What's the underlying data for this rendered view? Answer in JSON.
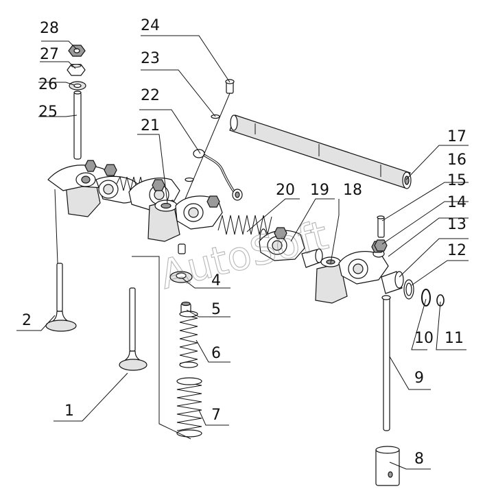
{
  "watermark": "AutoSoft",
  "callouts": [
    {
      "id": "c1",
      "label": "1"
    },
    {
      "id": "c2",
      "label": "2"
    },
    {
      "id": "c4",
      "label": "4"
    },
    {
      "id": "c5",
      "label": "5"
    },
    {
      "id": "c6",
      "label": "6"
    },
    {
      "id": "c7",
      "label": "7"
    },
    {
      "id": "c8",
      "label": "8"
    },
    {
      "id": "c9",
      "label": "9"
    },
    {
      "id": "c10",
      "label": "10"
    },
    {
      "id": "c11",
      "label": "11"
    },
    {
      "id": "c12",
      "label": "12"
    },
    {
      "id": "c13",
      "label": "13"
    },
    {
      "id": "c14",
      "label": "14"
    },
    {
      "id": "c15",
      "label": "15"
    },
    {
      "id": "c16",
      "label": "16"
    },
    {
      "id": "c17",
      "label": "17"
    },
    {
      "id": "c18",
      "label": "18"
    },
    {
      "id": "c19",
      "label": "19"
    },
    {
      "id": "c20",
      "label": "20"
    },
    {
      "id": "c21",
      "label": "21"
    },
    {
      "id": "c22",
      "label": "22"
    },
    {
      "id": "c23",
      "label": "23"
    },
    {
      "id": "c24",
      "label": "24"
    },
    {
      "id": "c25",
      "label": "25"
    },
    {
      "id": "c26",
      "label": "26"
    },
    {
      "id": "c27",
      "label": "27"
    },
    {
      "id": "c28",
      "label": "28"
    }
  ]
}
